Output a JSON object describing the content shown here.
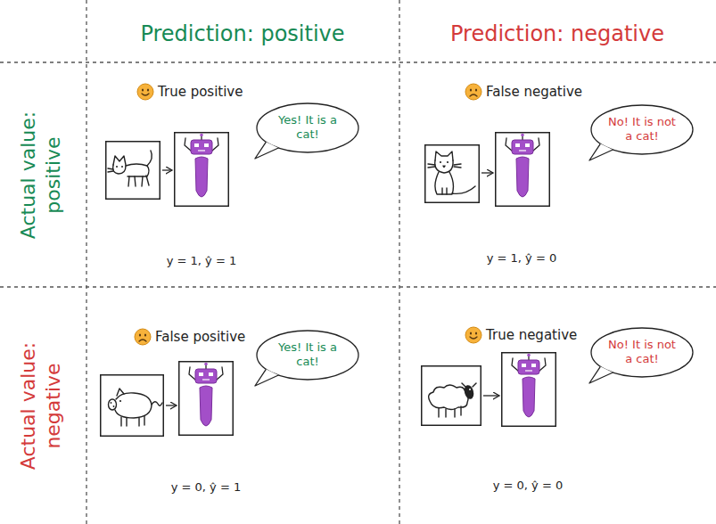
{
  "diagram": {
    "nodes": [
      {
        "text": [
          "Yes! It is a cat!"
        ]
      },
      {
        "text": [
          "No! It is not a cat!"
        ]
      },
      {
        "text": [
          "Yes! It is a cat!"
        ]
      },
      {
        "text": [
          "No! It is not a cat!"
        ]
      }
    ],
    "labels": [
      "Prediction: positive",
      "Prediction: negative",
      "Actual value: positive",
      "Actual value: negative",
      "True positive",
      "False negative",
      "False positive",
      "True negative",
      "y = 1, ŷ = 1",
      "y = 1, ŷ = 0",
      "y = 0, ŷ = 1",
      "y = 0, ŷ = 0"
    ]
  }
}
